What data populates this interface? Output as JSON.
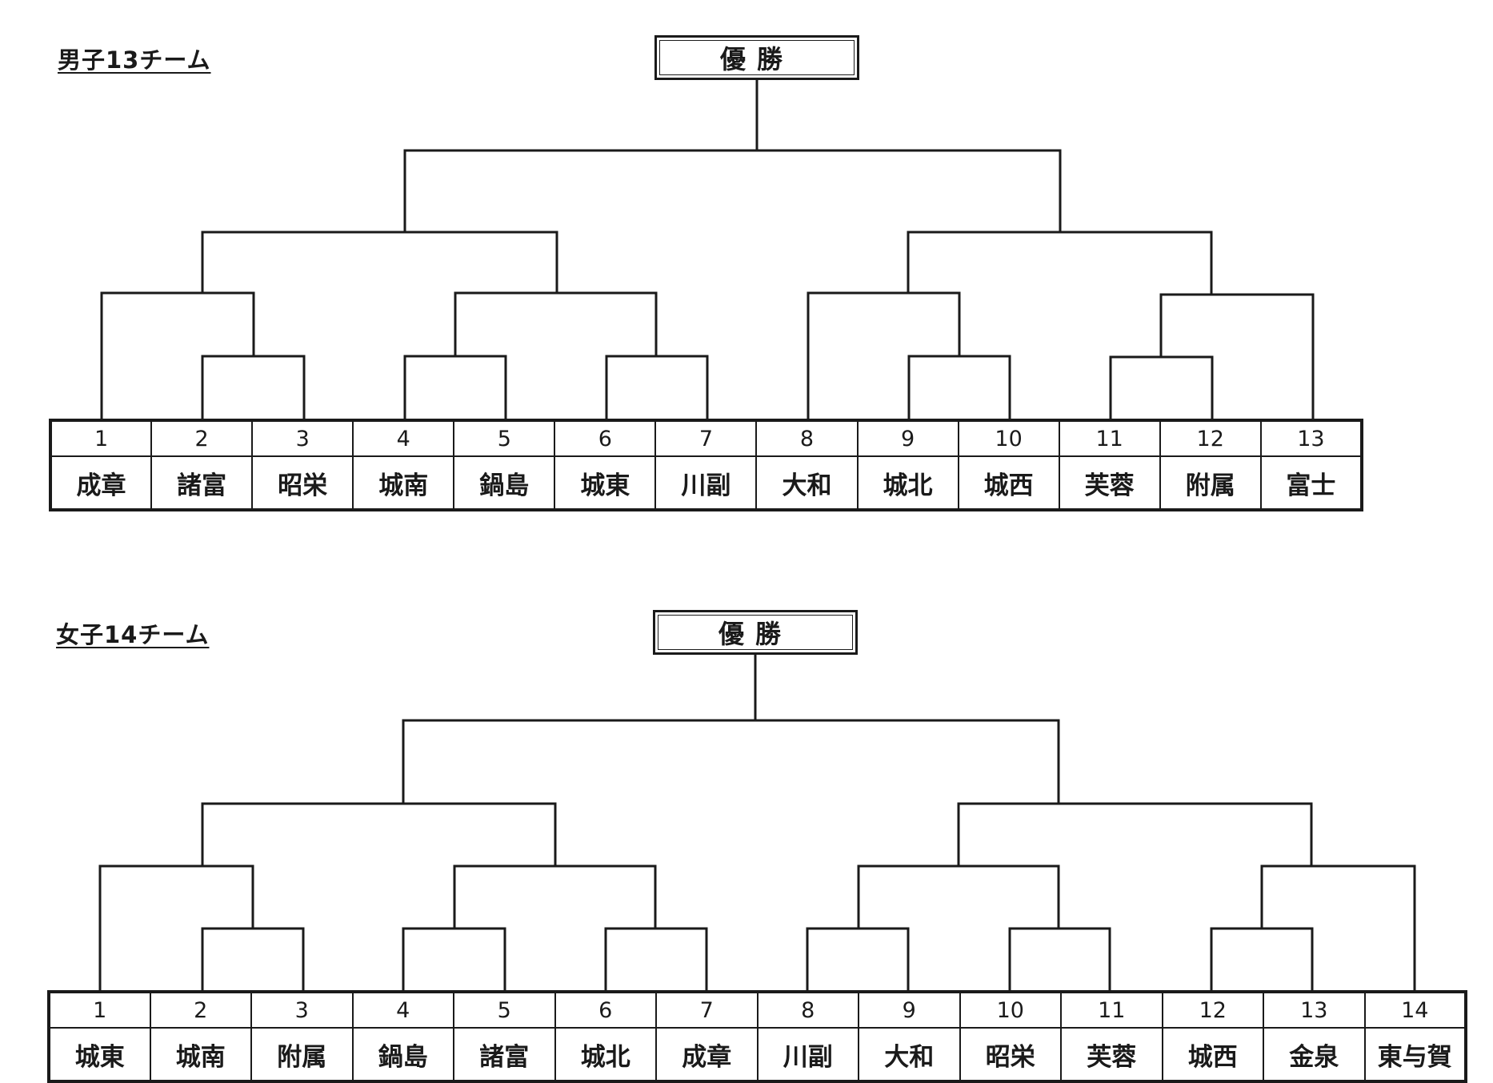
{
  "brackets": [
    {
      "title": "男子13チーム",
      "champion_label": "優勝",
      "teams": [
        {
          "no": "1",
          "name": "成章"
        },
        {
          "no": "2",
          "name": "諸富"
        },
        {
          "no": "3",
          "name": "昭栄"
        },
        {
          "no": "4",
          "name": "城南"
        },
        {
          "no": "5",
          "name": "鍋島"
        },
        {
          "no": "6",
          "name": "城東"
        },
        {
          "no": "7",
          "name": "川副"
        },
        {
          "no": "8",
          "name": "大和"
        },
        {
          "no": "9",
          "name": "城北"
        },
        {
          "no": "10",
          "name": "城西"
        },
        {
          "no": "11",
          "name": "芙蓉"
        },
        {
          "no": "12",
          "name": "附属"
        },
        {
          "no": "13",
          "name": "富士"
        }
      ]
    },
    {
      "title": "女子14チーム",
      "champion_label": "優勝",
      "teams": [
        {
          "no": "1",
          "name": "城東"
        },
        {
          "no": "2",
          "name": "城南"
        },
        {
          "no": "3",
          "name": "附属"
        },
        {
          "no": "4",
          "name": "鍋島"
        },
        {
          "no": "5",
          "name": "諸富"
        },
        {
          "no": "6",
          "name": "城北"
        },
        {
          "no": "7",
          "name": "成章"
        },
        {
          "no": "8",
          "name": "川副"
        },
        {
          "no": "9",
          "name": "大和"
        },
        {
          "no": "10",
          "name": "昭栄"
        },
        {
          "no": "11",
          "name": "芙蓉"
        },
        {
          "no": "12",
          "name": "城西"
        },
        {
          "no": "13",
          "name": "金泉"
        },
        {
          "no": "14",
          "name": "東与賀"
        }
      ]
    }
  ]
}
